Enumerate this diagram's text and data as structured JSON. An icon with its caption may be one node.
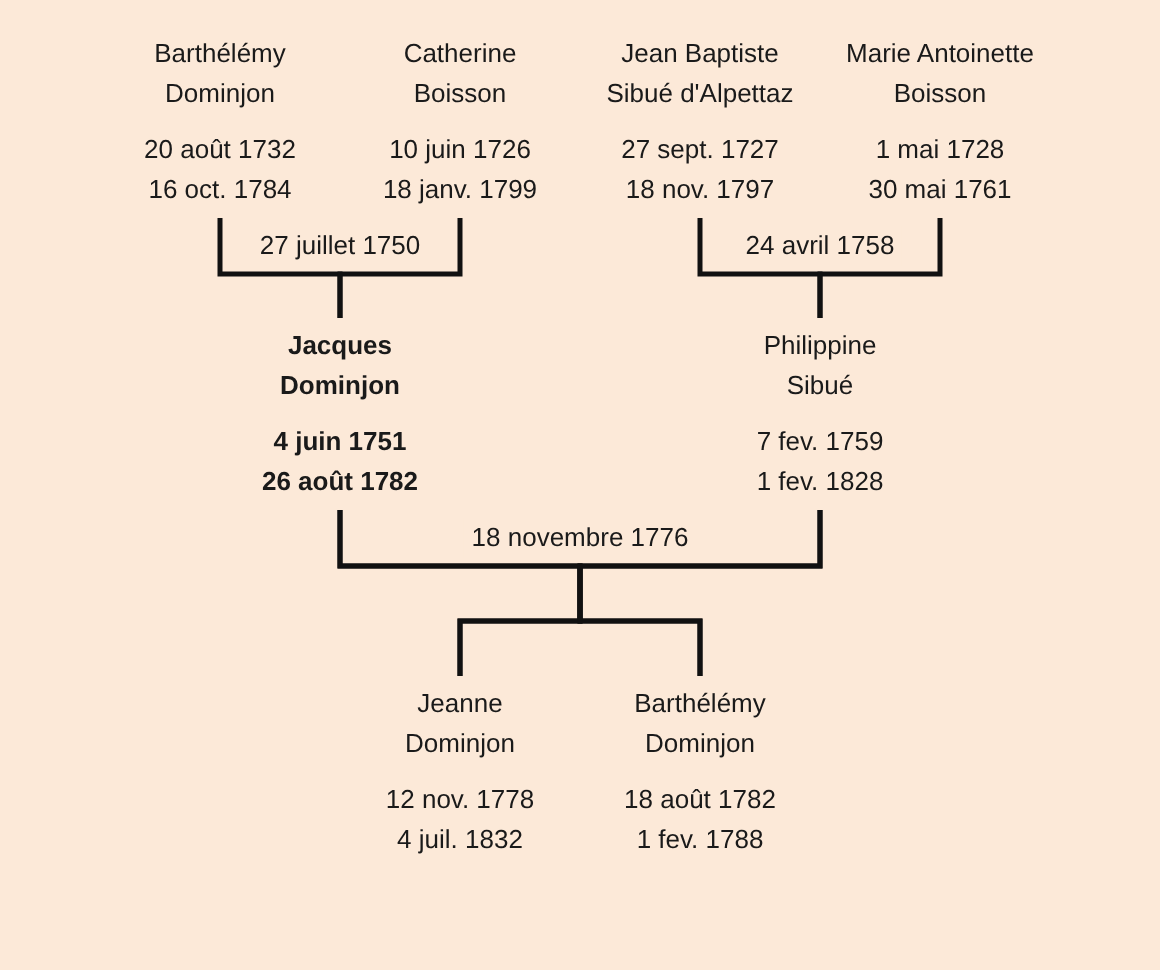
{
  "diagram": {
    "nodes": [
      {
        "text": [
          "Barthélémy Dominjon",
          "20 août 1732",
          "16 oct. 1784"
        ]
      },
      {
        "text": [
          "Catherine Boisson",
          "10 juin 1726",
          "18 janv. 1799"
        ]
      },
      {
        "text": [
          "Jean Baptiste Sibué d'Alpettaz",
          "27 sept. 1727",
          "18 nov. 1797"
        ]
      },
      {
        "text": [
          "Marie Antoinette Boisson",
          "1 mai 1728",
          "30 mai 1761"
        ]
      },
      {
        "text": [
          "Jacques Dominjon",
          "4 juin 1751",
          "26 août 1782"
        ]
      },
      {
        "text": [
          "Philippine Sibué",
          "7 fev. 1759",
          "1 fev. 1828"
        ]
      },
      {
        "text": [
          "Jeanne Dominjon",
          "12 nov. 1778",
          "4 juil. 1832"
        ]
      },
      {
        "text": [
          "Barthélémy Dominjon",
          "18 août 1782",
          "1 fev. 1788"
        ]
      }
    ],
    "edges": [
      {
        "from": 0,
        "to": 4,
        "arrow": "none",
        "label": "27 juillet 1750"
      },
      {
        "from": 1,
        "to": 4,
        "arrow": "none"
      },
      {
        "from": 2,
        "to": 5,
        "arrow": "none",
        "label": "24 avril 1758"
      },
      {
        "from": 3,
        "to": 5,
        "arrow": "none"
      },
      {
        "from": 4,
        "to": 6,
        "arrow": "none",
        "label": "18 novembre 1776"
      },
      {
        "from": 5,
        "to": 6,
        "arrow": "none"
      },
      {
        "from": 4,
        "to": 7,
        "arrow": "none"
      },
      {
        "from": 5,
        "to": 7,
        "arrow": "none"
      }
    ]
  }
}
